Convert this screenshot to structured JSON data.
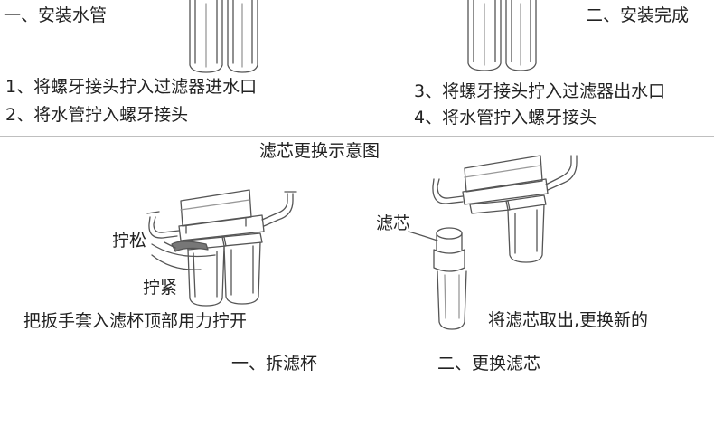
{
  "top_section": {
    "left_heading": "一、安装水管",
    "right_heading": "二、安装完成",
    "left_steps": [
      "1、将螺牙接头拧入过滤器进水口",
      "2、将水管拧入螺牙接头"
    ],
    "right_steps": [
      "3、将螺牙接头拧入过滤器出水口",
      "4、将水管拧入螺牙接头"
    ]
  },
  "bottom_section": {
    "title": "滤芯更换示意图",
    "loosen_label": "拧松",
    "tighten_label": "拧紧",
    "left_instruction": "把扳手套入滤杯顶部用力拧开",
    "cartridge_label": "滤芯",
    "right_instruction": "将滤芯取出,更换新的",
    "left_caption": "一、拆滤杯",
    "right_caption": "二、更换滤芯"
  }
}
